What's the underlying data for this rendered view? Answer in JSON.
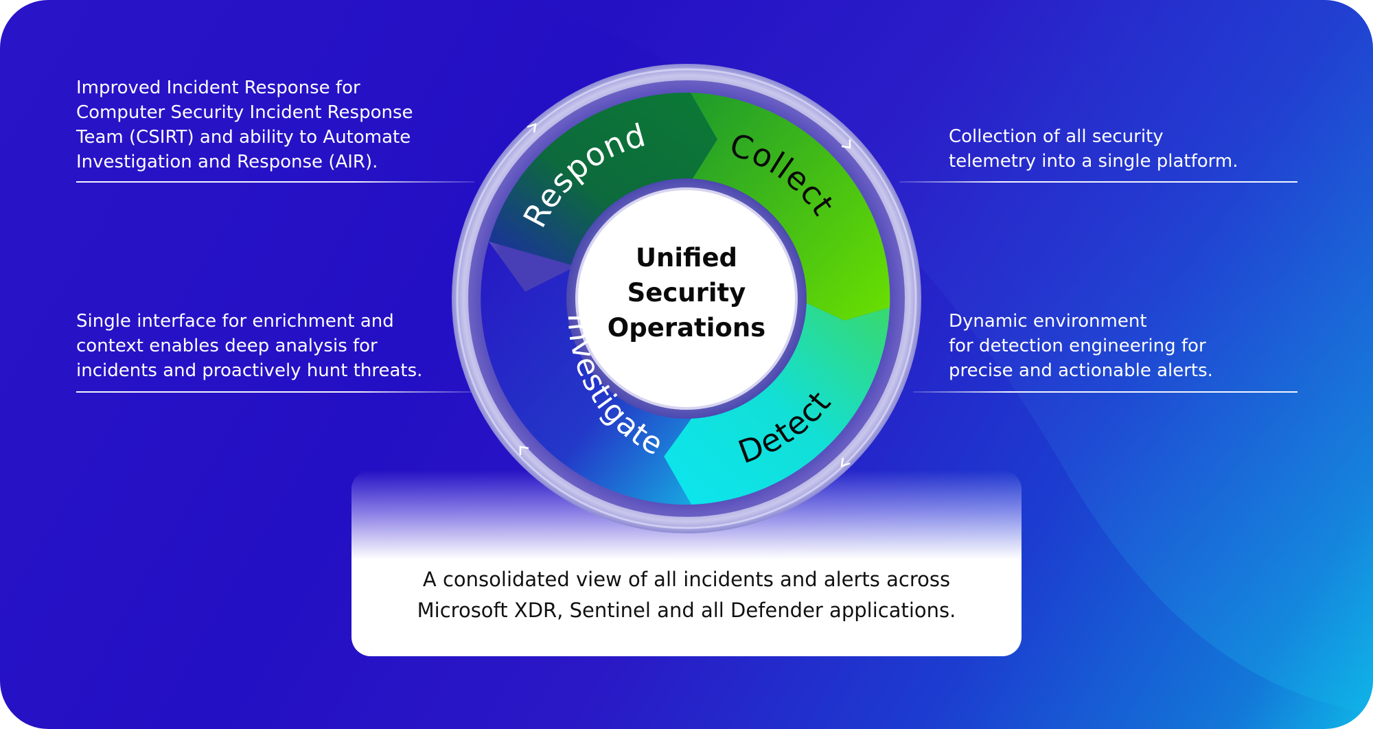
{
  "center": {
    "title": "Unified\nSecurity\nOperations"
  },
  "segments": {
    "respond": "Respond",
    "collect": "Collect",
    "detect": "Detect",
    "investigate": "Investigate"
  },
  "notes": {
    "respond": "Improved Incident Response for\nComputer Security Incident Response\nTeam (CSIRT) and ability to Automate\nInvestigation and Response (AIR).",
    "collect": "Collection of all security\ntelemetry into a single platform.",
    "investigate": "Single interface for enrichment and\ncontext enables deep analysis for\nincidents and proactively hunt threats.",
    "detect": "Dynamic environment\nfor detection engineering for\nprecise and actionable alerts."
  },
  "bottom": {
    "text": "A consolidated view of all incidents and alerts across\nMicrosoft XDR, Sentinel and all Defender applications."
  },
  "colors": {
    "background": "#2410c4",
    "respond": "#0c6e3a",
    "collect": "#4fd01a",
    "detect": "#10d8e6",
    "investigate": "#2a1fc8",
    "ring": "#b8b6e0"
  }
}
